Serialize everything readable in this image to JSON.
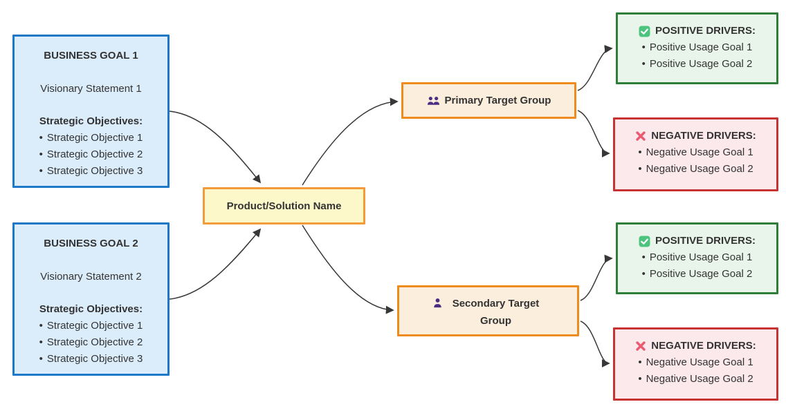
{
  "diagram": {
    "bullet": "•",
    "business_goals": [
      {
        "title": "BUSINESS GOAL 1",
        "vision": "Visionary Statement 1",
        "objectives_label": "Strategic Objectives:",
        "objectives": [
          "Strategic Objective 1",
          "Strategic Objective 2",
          "Strategic Objective 3"
        ]
      },
      {
        "title": "BUSINESS GOAL 2",
        "vision": "Visionary Statement 2",
        "objectives_label": "Strategic Objectives:",
        "objectives": [
          "Strategic Objective 1",
          "Strategic Objective 2",
          "Strategic Objective 3"
        ]
      }
    ],
    "product": {
      "label": "Product/Solution Name"
    },
    "target_groups": [
      {
        "label": "Primary Target Group",
        "icon": "users-icon",
        "drivers": [
          {
            "kind": "positive",
            "icon": "check-icon",
            "title": "POSITIVE DRIVERS:",
            "items": [
              "Positive Usage Goal 1",
              "Positive Usage Goal 2"
            ]
          },
          {
            "kind": "negative",
            "icon": "cross-icon",
            "title": "NEGATIVE DRIVERS:",
            "items": [
              "Negative Usage Goal 1",
              "Negative Usage Goal 2"
            ]
          }
        ]
      },
      {
        "label": "Secondary Target Group",
        "icon": "user-icon",
        "drivers": [
          {
            "kind": "positive",
            "icon": "check-icon",
            "title": "POSITIVE DRIVERS:",
            "items": [
              "Positive Usage Goal 1",
              "Positive Usage Goal 2"
            ]
          },
          {
            "kind": "negative",
            "icon": "cross-icon",
            "title": "NEGATIVE DRIVERS:",
            "items": [
              "Negative Usage Goal 1",
              "Negative Usage Goal 2"
            ]
          }
        ]
      }
    ],
    "colors": {
      "goal_stroke": "#1E78C8",
      "goal_fill": "#DBECFA",
      "product_stroke": "#F29B38",
      "product_fill": "#FCF8C9",
      "target_stroke": "#EF8A1D",
      "target_fill": "#FBEEDC",
      "positive_stroke": "#2E7D39",
      "positive_fill": "#E9F5EB",
      "negative_stroke": "#C83232",
      "negative_fill": "#FBE9EC",
      "edge": "#383838",
      "person_icon": "#4B2E83",
      "check_icon": "#4DC47D",
      "cross_icon": "#EC5A72",
      "text": "#333333"
    }
  }
}
